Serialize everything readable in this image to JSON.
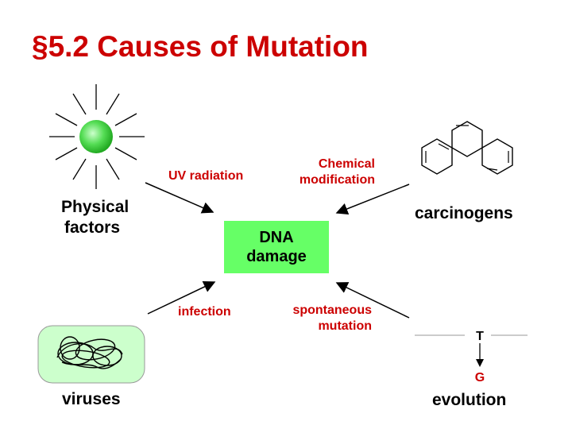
{
  "title": "§5.2 Causes of Mutation",
  "center": {
    "line1": "DNA",
    "line2": "damage"
  },
  "arrows": {
    "uv": "UV radiation",
    "chemical_line1": "Chemical",
    "chemical_line2": "modification",
    "infection": "infection",
    "spontaneous_line1": "spontaneous",
    "spontaneous_line2": "mutation"
  },
  "corners": {
    "physical_line1": "Physical",
    "physical_line2": "factors",
    "carcinogens": "carcinogens",
    "viruses": "viruses",
    "evolution": "evolution"
  },
  "bases": {
    "top": "T",
    "bottom": "G"
  },
  "colors": {
    "title": "#cc0000",
    "label": "#cc0000",
    "box": "#66ff66",
    "sun": "#44dd44",
    "cell": "#ccffcc"
  }
}
